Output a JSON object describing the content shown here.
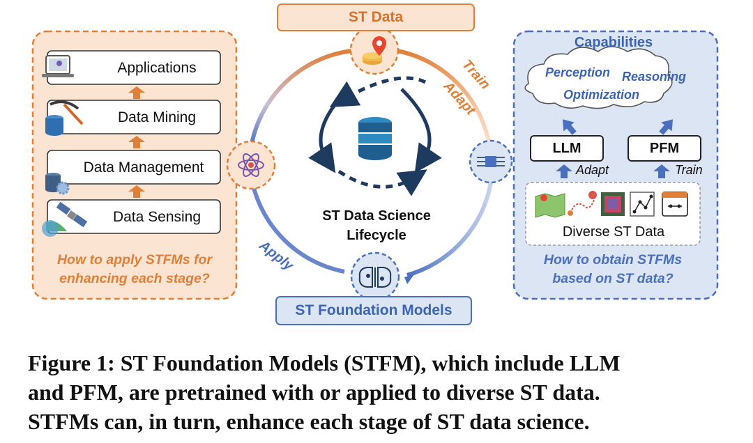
{
  "top_title": "ST Data",
  "bottom_title": "ST Foundation Models",
  "center_label": [
    "ST Data Science",
    "Lifecycle"
  ],
  "cycle_labels": {
    "train": "Train",
    "adapt": "Adapt",
    "apply": "Apply"
  },
  "left_panel": {
    "stages": [
      "Applications",
      "Data Mining",
      "Data Management",
      "Data Sensing"
    ],
    "question": [
      "How to apply STFMs for",
      "enhancing each stage?"
    ]
  },
  "right_panel": {
    "title": "Capabilities",
    "capabilities": [
      "Perception",
      "Reasoning",
      "Optimization"
    ],
    "models": [
      "LLM",
      "PFM"
    ],
    "model_edges": [
      "Adapt",
      "Train"
    ],
    "data_label": "Diverse ST Data",
    "question": [
      "How to obtain STFMs",
      "based on ST data?"
    ]
  },
  "caption_lines": [
    "Figure 1: ST Foundation Models (STFM), which include LLM",
    "and PFM, are pretrained with or applied to diverse ST data.",
    "STFMs can, in turn, enhance each stage of ST data science."
  ],
  "colors": {
    "orange": "#E07F38",
    "orange_fill": "#FBE3D2",
    "blue": "#4A6FBF",
    "blue_fill": "#DCE5F4",
    "navy": "#1F3A5F",
    "teal": "#2E8BC0"
  },
  "icons": [
    "laptop-map-icon",
    "pickaxe-database-icon",
    "database-gear-icon",
    "satellite-icon",
    "location-coins-icon",
    "atom-gear-icon",
    "circuit-chip-icon",
    "brain-circuit-icon",
    "database-icon",
    "map-icon",
    "route-icon",
    "grid-cube-icon",
    "graph-icon",
    "calendar-icon"
  ]
}
